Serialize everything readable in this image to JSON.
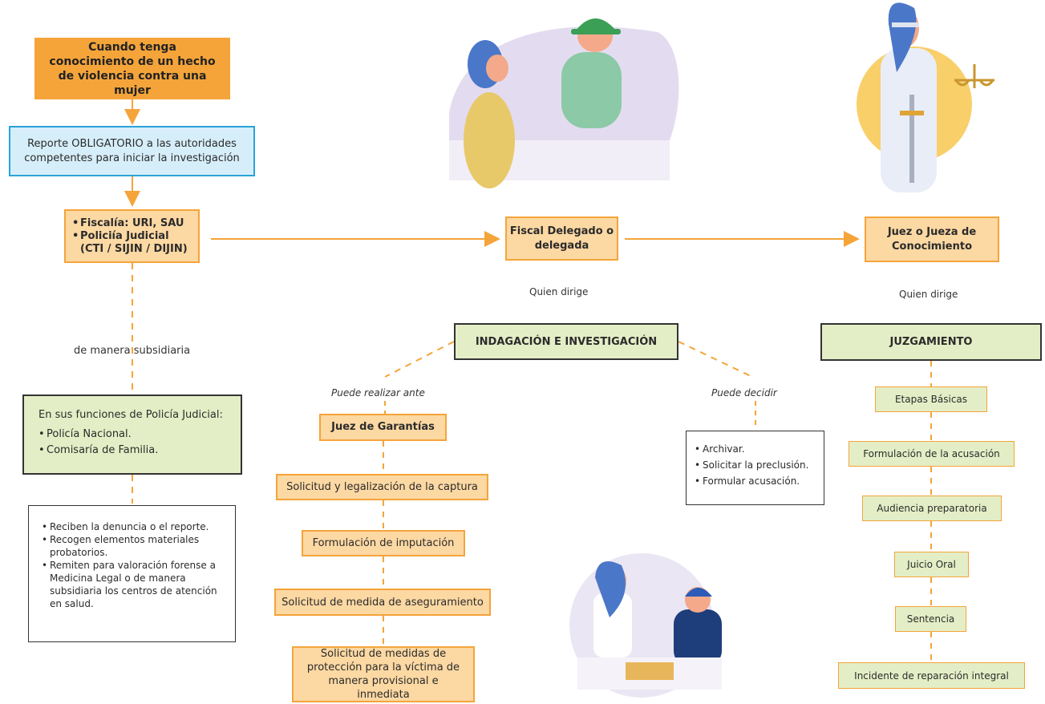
{
  "left": {
    "trigger": "Cuando tenga conocimiento de un hecho de violencia contra una mujer",
    "report": "Reporte OBLIGATORIO a las autoridades competentes para iniciar la investigación",
    "authorities": [
      "Fiscalía: URI, SAU",
      "Policiía Judicial (CTI / SIJIN / DIJIN)"
    ],
    "subsidiary_label": "de manera subsidiaria",
    "judicial_police_title": "En sus funciones de Policía Judicial:",
    "judicial_police_items": [
      "Policía Nacional.",
      "Comisaría de Familia."
    ],
    "duties": [
      "Reciben la denuncia o el reporte.",
      "Recogen elementos materiales probatorios.",
      "Remiten para valoración forense a Medicina Legal o de manera subsidiaria los centros de atención en salud."
    ]
  },
  "center": {
    "fiscal": "Fiscal Delegado o delegada",
    "who_directs": "Quien dirige",
    "stage": "INDAGACIÓN E INVESTIGACIÓN",
    "can_do_before": "Puede realizar ante",
    "judge": "Juez de Garantías",
    "steps": [
      "Solicitud y legalización de la captura",
      "Formulación de imputación",
      "Solicitud de medida de aseguramiento",
      "Solicitud de medidas de protección para la víctima de manera provisional e inmediata"
    ],
    "can_decide": "Puede decidir",
    "decisions": [
      "Archivar.",
      "Solicitar la preclusión.",
      "Formular acusación."
    ]
  },
  "right": {
    "judge": "Juez o Jueza de Conocimiento",
    "who_directs": "Quien dirige",
    "stage": "JUZGAMIENTO",
    "steps": [
      "Etapas Básicas",
      "Formulación de la acusación",
      "Audiencia preparatoria",
      "Juicio Oral",
      "Sentencia",
      "Incidente de reparación integral"
    ]
  },
  "colors": {
    "orange": "#f5a43a",
    "peach": "#fcd8a3",
    "green": "#e4eec6",
    "blue": "#2aa3d8"
  }
}
